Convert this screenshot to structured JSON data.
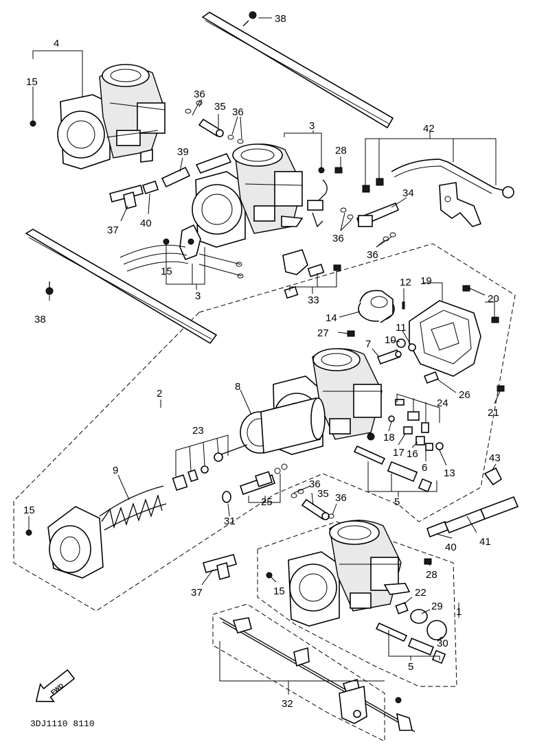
{
  "diagram_title": "",
  "drawing_code": "3DJ1110 8110",
  "fwd_label": "FWD",
  "callouts": {
    "c1": "1",
    "c2": "2",
    "c3a": "3",
    "c3b": "3",
    "c4": "4",
    "c5a": "5",
    "c5b": "5",
    "c6": "6",
    "c7": "7",
    "c8": "8",
    "c9": "9",
    "c10": "10",
    "c11": "11",
    "c12": "12",
    "c13": "13",
    "c14": "14",
    "c15a": "15",
    "c15b": "15",
    "c15c": "15",
    "c15d": "15",
    "c16": "16",
    "c17": "17",
    "c18": "18",
    "c19": "19",
    "c20": "20",
    "c21": "21",
    "c22": "22",
    "c23": "23",
    "c24": "24",
    "c25": "25",
    "c26": "26",
    "c27": "27",
    "c28a": "28",
    "c28b": "28",
    "c29": "29",
    "c30": "30",
    "c31": "31",
    "c32": "32",
    "c33": "33",
    "c34": "34",
    "c35a": "35",
    "c35b": "35",
    "c36a": "36",
    "c36b": "36",
    "c36c": "36",
    "c36d": "36",
    "c36e": "36",
    "c36f": "36",
    "c37a": "37",
    "c37b": "37",
    "c38a": "38",
    "c38b": "38",
    "c39": "39",
    "c40a": "40",
    "c40b": "40",
    "c41": "41",
    "c42": "42",
    "c43": "43"
  }
}
